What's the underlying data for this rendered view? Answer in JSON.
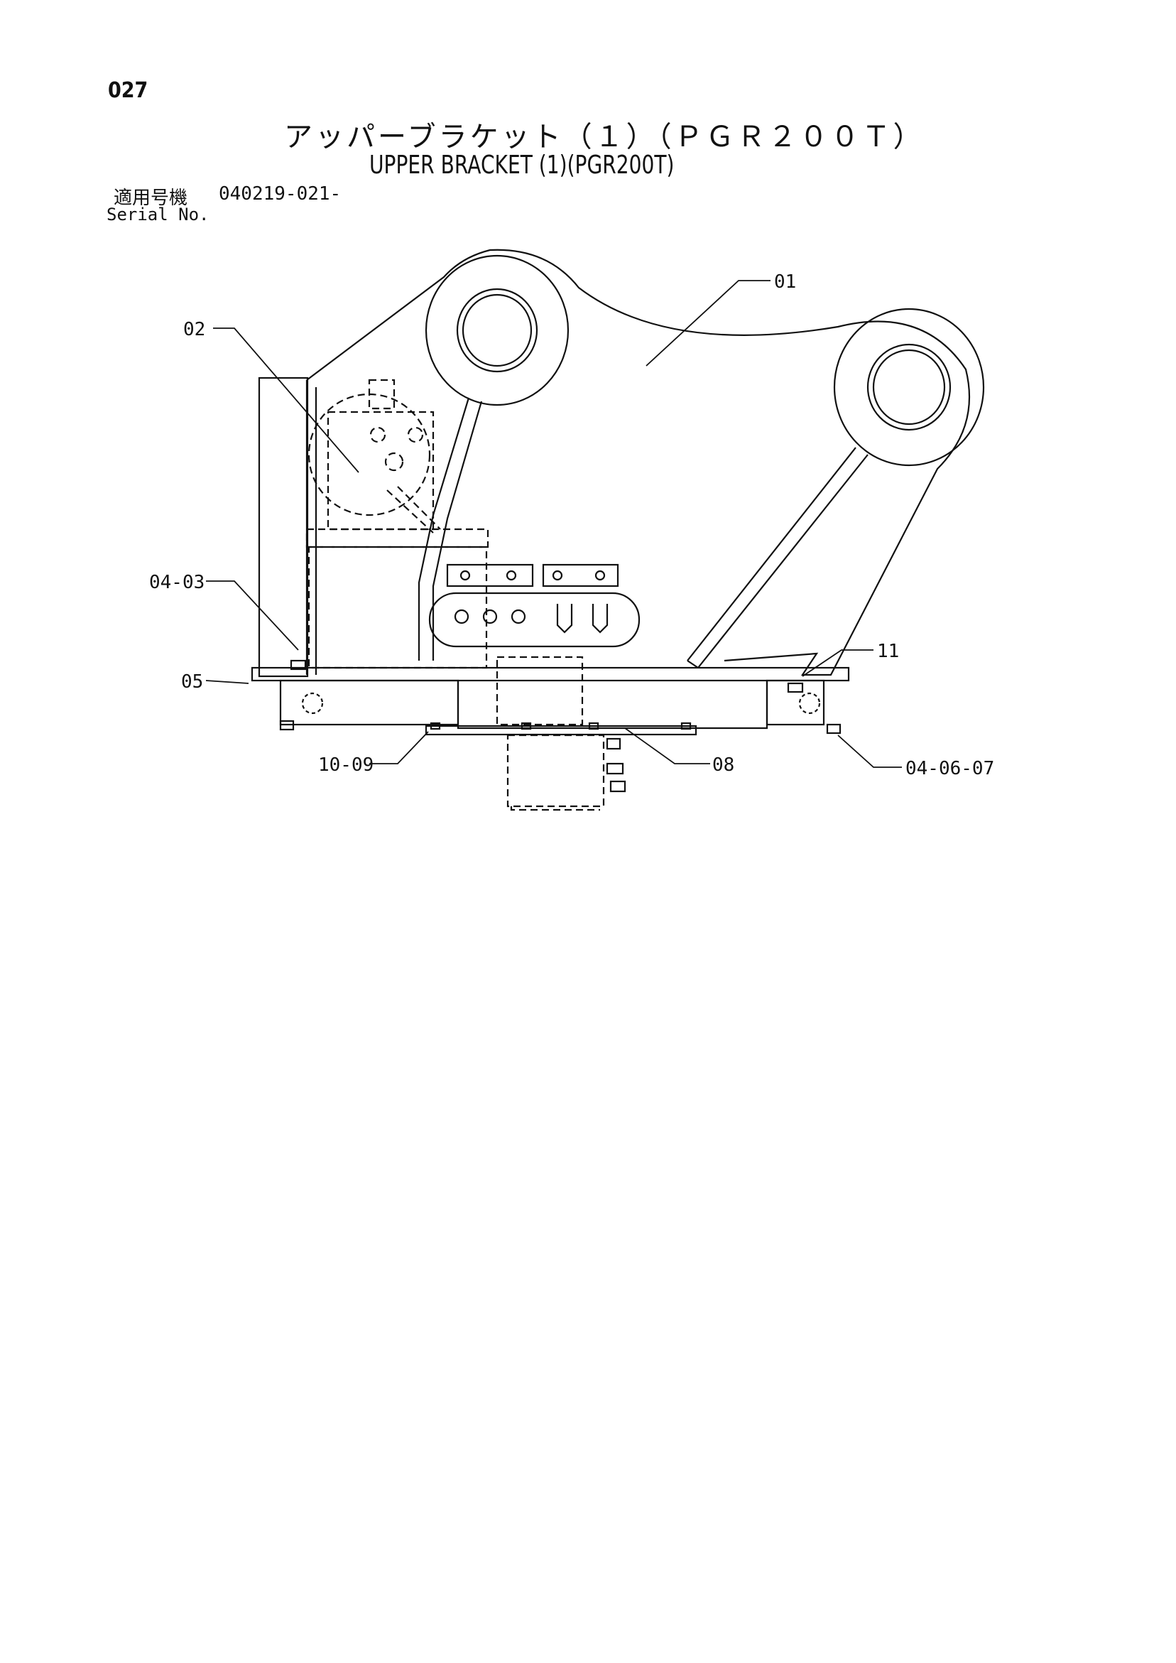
{
  "page_number": "027",
  "title_japanese": "アッパーブラケット（１）（ＰＧＲ２００Ｔ）",
  "title_english": "UPPER BRACKET (1)(PGR200T)",
  "serial": {
    "label_japanese": "適用号機",
    "number": "040219-021-",
    "label_english": "Serial No."
  },
  "callouts": {
    "c01": "01",
    "c02": "02",
    "c0403": "04-03",
    "c05": "05",
    "c11": "11",
    "c1009": "10-09",
    "c08": "08",
    "c040607": "04-06-07"
  }
}
